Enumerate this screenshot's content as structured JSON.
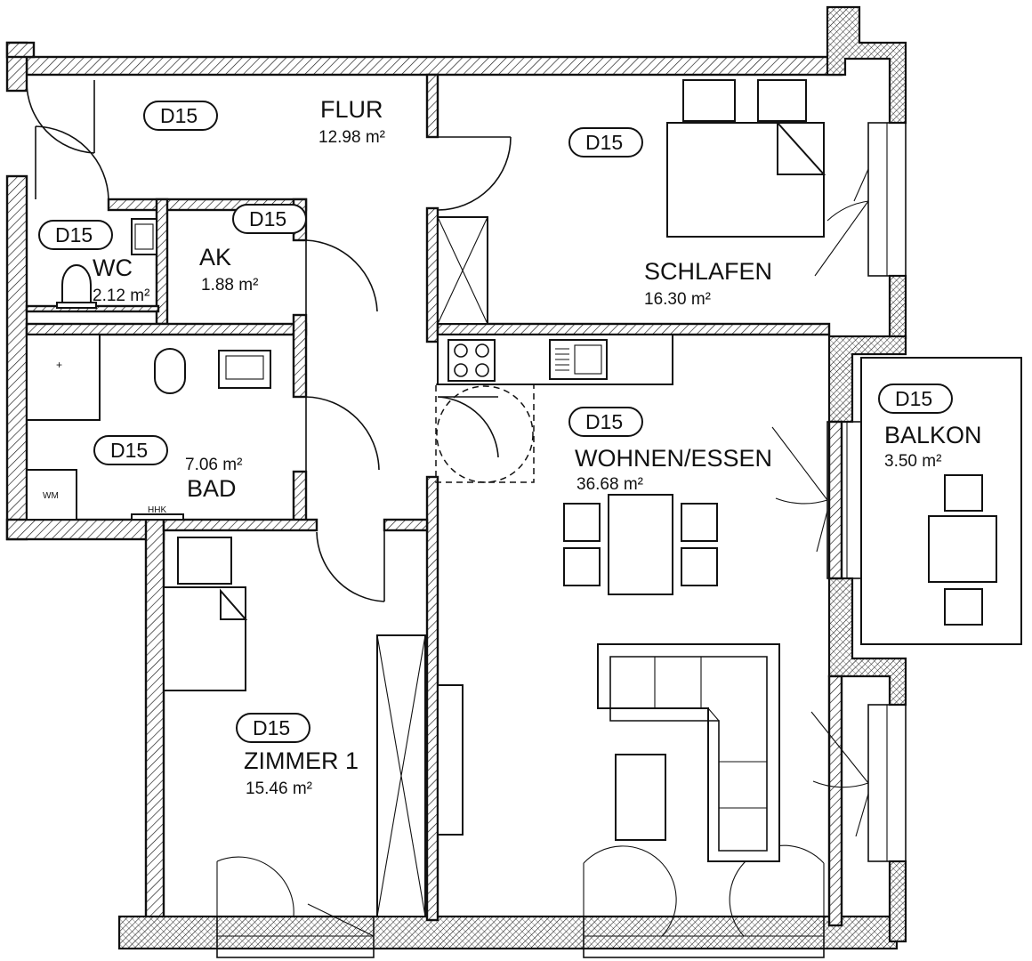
{
  "rooms": {
    "flur": {
      "name": "FLUR",
      "area": "12.98 m²",
      "tag": "D15"
    },
    "schlafen": {
      "name": "SCHLAFEN",
      "area": "16.30 m²",
      "tag": "D15"
    },
    "wc": {
      "name": "WC",
      "area": "2.12 m²",
      "tag": "D15"
    },
    "ak": {
      "name": "AK",
      "area": "1.88 m²",
      "tag": "D15"
    },
    "bad": {
      "name": "BAD",
      "area": "7.06 m²",
      "tag": "D15"
    },
    "wohnen": {
      "name": "WOHNEN/ESSEN",
      "area": "36.68 m²",
      "tag": "D15"
    },
    "balkon": {
      "name": "BALKON",
      "area": "3.50 m²",
      "tag": "D15"
    },
    "zimmer1": {
      "name": "ZIMMER 1",
      "area": "15.46 m²",
      "tag": "D15"
    }
  },
  "fixtures": {
    "washing_machine": "WM",
    "radiator": "HHK"
  }
}
